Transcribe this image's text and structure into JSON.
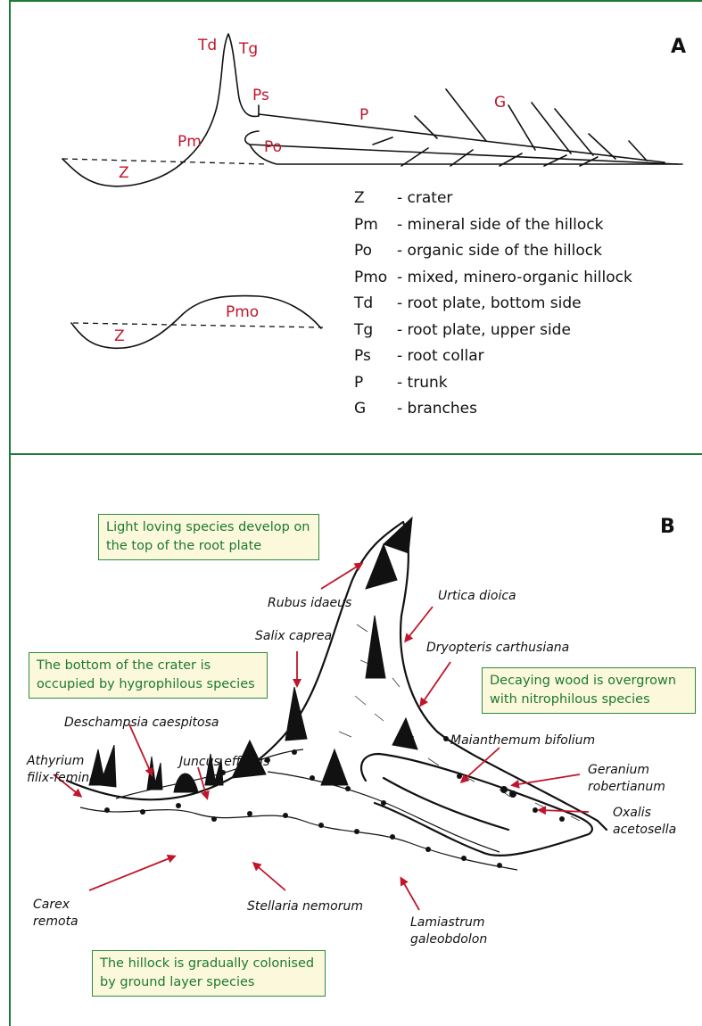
{
  "panel_a": {
    "label": "A",
    "labels": {
      "td": "Td",
      "tg": "Tg",
      "ps": "Ps",
      "p": "P",
      "g": "G",
      "pm": "Pm",
      "po": "Po",
      "z1": "Z",
      "z2": "Z",
      "pmo": "Pmo"
    },
    "legend": [
      {
        "key": "Z",
        "desc": "- crater"
      },
      {
        "key": "Pm",
        "desc": "- mineral side of the hillock"
      },
      {
        "key": "Po",
        "desc": "- organic side of the hillock"
      },
      {
        "key": "Pmo",
        "desc": "- mixed, minero-organic hillock"
      },
      {
        "key": "Td",
        "desc": "- root plate, bottom side"
      },
      {
        "key": "Tg",
        "desc": "- root plate, upper side"
      },
      {
        "key": "Ps",
        "desc": "- root collar"
      },
      {
        "key": "P",
        "desc": "- trunk"
      },
      {
        "key": "G",
        "desc": "- branches"
      }
    ]
  },
  "panel_b": {
    "label": "B",
    "notes": {
      "light": "Light loving species develop on the top of the root plate",
      "crater": "The bottom of the crater is occupied by hygrophilous species",
      "wood": "Decaying wood is overgrown with nitrophilous species",
      "hillock": "The hillock is gradually colonised by ground layer species"
    },
    "species": {
      "rubus": "Rubus idaeus",
      "urtica": "Urtica dioica",
      "salix": "Salix caprea",
      "dryopteris": "Dryopteris carthusiana",
      "deschampsia": "Deschampsia caespitosa",
      "juncus": "Juncus effusus",
      "athyrium_1": "Athyrium",
      "athyrium_2": "filix-femina",
      "maianthemum": "Maianthemum bifolium",
      "geranium_1": "Geranium",
      "geranium_2": "robertianum",
      "oxalis_1": "Oxalis",
      "oxalis_2": "acetosella",
      "carex_1": "Carex",
      "carex_2": "remota",
      "stellaria": "Stellaria nemorum",
      "lamiastrum_1": "Lamiastrum",
      "lamiastrum_2": "galeobdolon"
    }
  },
  "colors": {
    "frame": "#1d7a3a",
    "label_red": "#c0152a",
    "note_bg": "#fbf8dc",
    "note_text": "#1d7a2e"
  }
}
